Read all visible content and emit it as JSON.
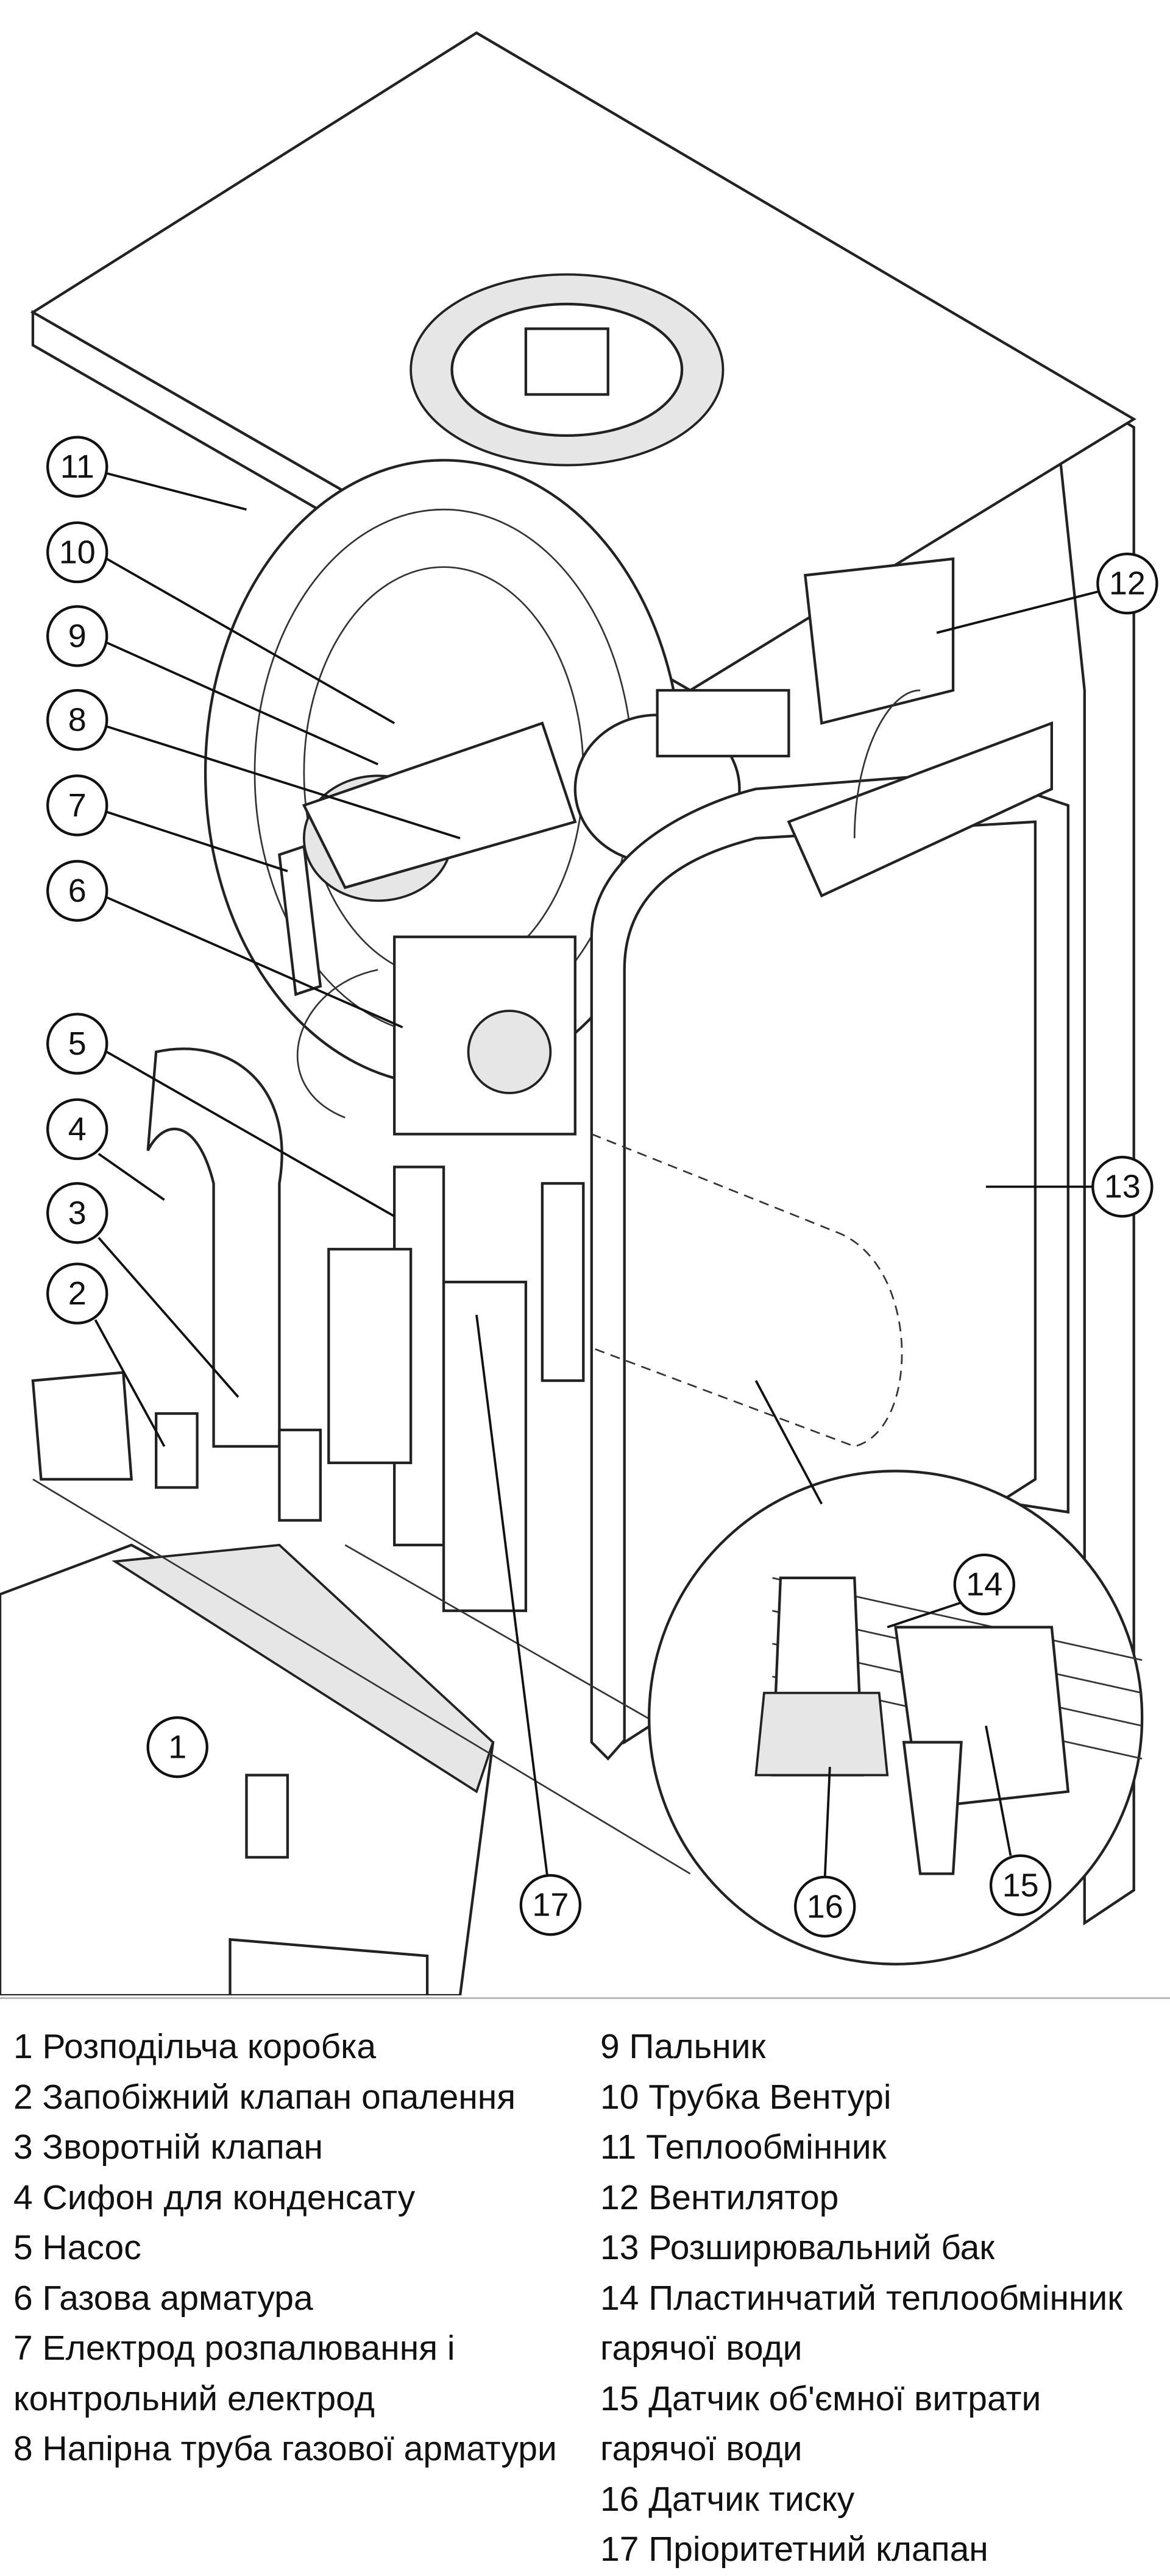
{
  "diagram": {
    "callouts": [
      "1",
      "2",
      "3",
      "4",
      "5",
      "6",
      "7",
      "8",
      "9",
      "10",
      "11",
      "12",
      "13",
      "14",
      "15",
      "16",
      "17"
    ]
  },
  "legend": {
    "left": [
      "1 Розподільча коробка",
      "2 Запобіжний клапан опалення",
      "3 Зворотній клапан",
      "4 Сифон для конденсату",
      "5 Насос",
      "6 Газова арматура",
      "7 Електрод розпалювання і",
      "контрольний електрод",
      "8 Напірна труба газової арматури"
    ],
    "right": [
      "9 Пальник",
      "10 Трубка Вентурі",
      "11 Теплообмінник",
      "12 Вентилятор",
      "13 Розширювальний бак",
      "14 Пластинчатий теплообмінник",
      "гарячої води",
      "15 Датчик об'ємної витрати",
      "гарячої води",
      "16 Датчик тиску",
      "17 Пріоритетний клапан"
    ]
  }
}
